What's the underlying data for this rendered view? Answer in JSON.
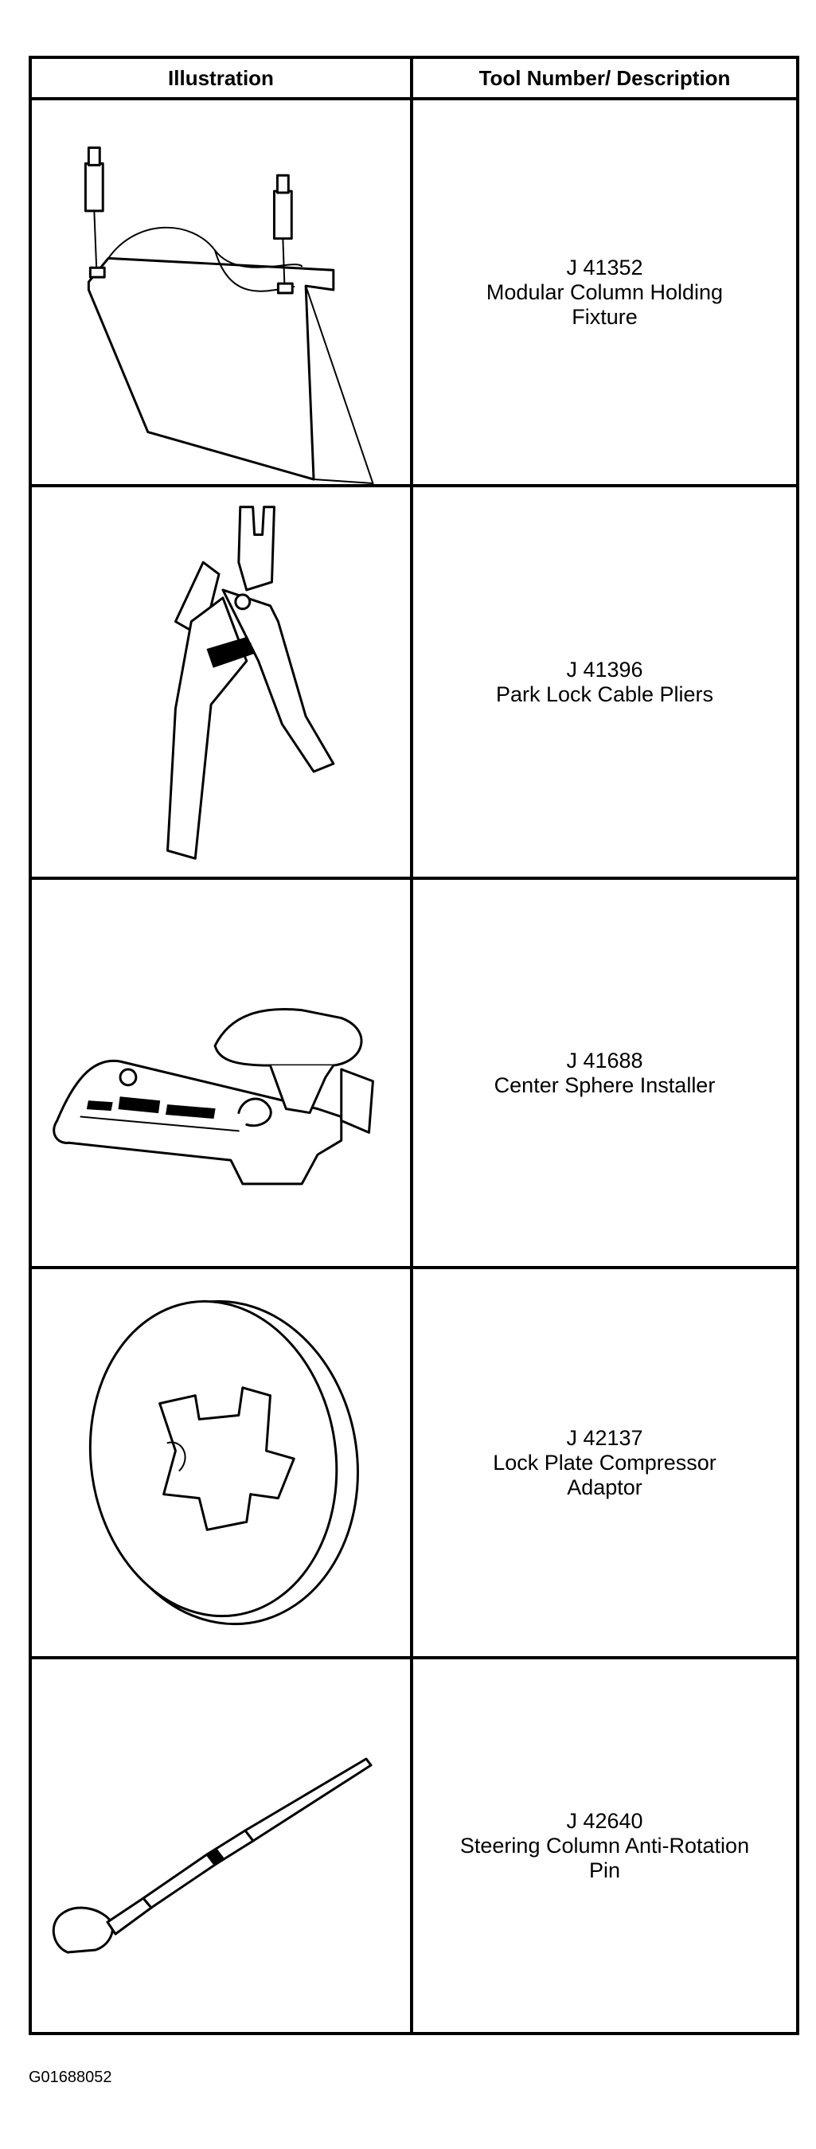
{
  "table": {
    "headers": {
      "illustration": "Illustration",
      "description": "Tool Number/ Description"
    },
    "rows": [
      {
        "number": "J 41352",
        "name": "Modular Column Holding Fixture",
        "illustration_icon": "column-holding-fixture-icon"
      },
      {
        "number": "J 41396",
        "name": "Park Lock Cable Pliers",
        "illustration_icon": "cable-pliers-icon"
      },
      {
        "number": "J 41688",
        "name": "Center Sphere Installer",
        "illustration_icon": "sphere-installer-icon"
      },
      {
        "number": "J 42137",
        "name": "Lock Plate Compressor Adaptor",
        "illustration_icon": "compressor-adaptor-icon"
      },
      {
        "number": "J 42640",
        "name": "Steering Column Anti-Rotation Pin",
        "illustration_icon": "anti-rotation-pin-icon"
      }
    ]
  },
  "figure_id": "G01688052"
}
